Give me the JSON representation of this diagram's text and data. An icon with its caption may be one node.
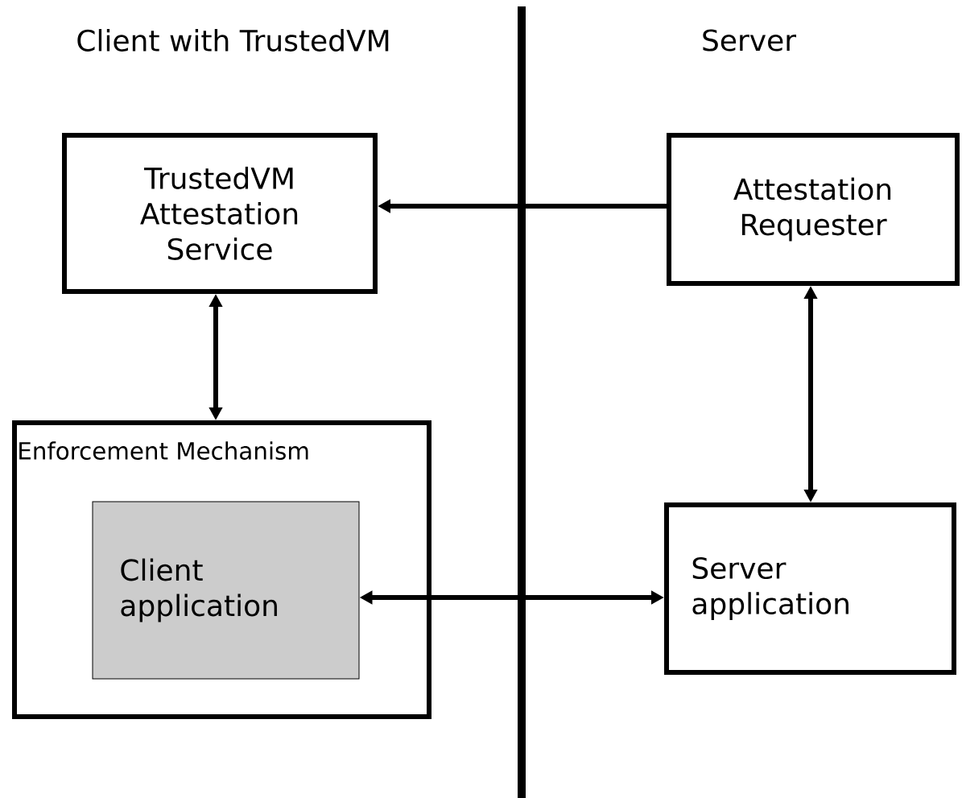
{
  "diagram": {
    "nodes": [
      {
        "text": [
          "TrustedVM Attestation Service"
        ]
      },
      {
        "text": [
          "Attestation Requester"
        ]
      },
      {
        "text": [
          "Enforcement Mechanism"
        ]
      },
      {
        "text": [
          "Client application"
        ],
        "in": 2
      },
      {
        "text": [
          "Server application"
        ]
      }
    ],
    "edges": [
      {
        "from": 1,
        "to": 0,
        "arrow": "to"
      },
      {
        "from": 0,
        "to": 2,
        "arrow": "both"
      },
      {
        "from": 1,
        "to": 4,
        "arrow": "both"
      },
      {
        "from": 3,
        "to": 4,
        "arrow": "both"
      }
    ],
    "labels": [
      "Client with TrustedVM",
      "Server"
    ]
  }
}
